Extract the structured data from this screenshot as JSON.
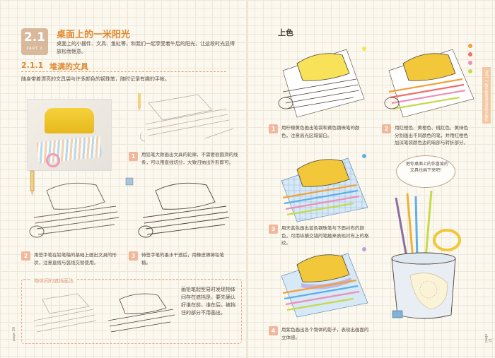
{
  "left_page": {
    "section_number": "2.1",
    "section_part": "PART 2",
    "title": "桌面上的一米阳光",
    "intro": "桌面上的小摆件、文具、鱼缸等，和我们一起享受着午后的阳光，让这段时光显得放松而惬意。",
    "subsection_number": "2.1.1",
    "subsection_title": "堆满的文具",
    "subsection_intro": "随身带着漂亮的文具袋与许多颜色的钢珠笔，随时记录有趣的手帐。",
    "steps": [
      {
        "num": "1",
        "text": "用铅笔大致画出文具的轮廓，不需要很圆滑的线条，可以用直线切分，大致归纳出外形即可。"
      },
      {
        "num": "2",
        "text": "用签字笔在铅笔稿的基础上画出文具的形状，注意直线与弧线交替使用。"
      },
      {
        "num": "3",
        "text": "待签字笔的墨水干透后，用橡皮擦掉铅笔稿。"
      }
    ],
    "note_title": "物体间的遮挡画法",
    "note_text": "画铅笔起型易时发现物体间存在遮挡是，要先确认好谁在前、谁在后，被挡住的部分不用画出。",
    "page_label": "page 20"
  },
  "right_page": {
    "title": "上色",
    "steps": [
      {
        "num": "1",
        "text": "用柠檬黄色画出笔袋和黄色钢珠笔的颜色，注意高光区域留白。"
      },
      {
        "num": "2",
        "text": "用红橙色、黄橙色、桃红色、黄绿色分别画出不同颜色的笔，并用红橙色加深笔袋颜色边的暗部与转折部分。"
      },
      {
        "num": "3",
        "text": "用天蓝色画出蓝色钢珠笔与下面衬布的颜色，可用纵横交错的笔触来表现衬布上的格纹。"
      },
      {
        "num": "4",
        "text": "用紫色画出各个物体的影子，表现出画面的立体感。"
      }
    ],
    "bubble_text": "把你桌面上的你喜爱的文具也画下来吧！",
    "side_tab": "PART 2 给手帐增添活泼的小物件",
    "page_label": "page 21",
    "dots": [
      "#f7e44a",
      "#f2a03a",
      "#ef6f6a",
      "#c6d94a",
      "#5bb0e6",
      "#b9a2d8"
    ]
  }
}
